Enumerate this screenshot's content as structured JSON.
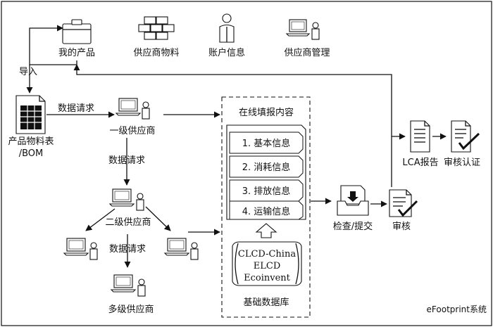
{
  "top_row": {
    "my_products": "我的产品",
    "supplier_materials": "供应商物料",
    "account_info": "账户信息",
    "supplier_management": "供应商管理"
  },
  "left_flow": {
    "import": "导入",
    "bom_label_line1": "产品物料表",
    "bom_label_line2": "/BOM",
    "data_request_1": "数据请求",
    "tier1_supplier": "一级供应商",
    "data_request_2": "数据请求",
    "tier2_supplier": "二级供应商",
    "data_request_3": "数据请求",
    "multi_tier_supplier": "多级供应商"
  },
  "online_form": {
    "title": "在线填报内容",
    "items": [
      "1. 基本信息",
      "2. 消耗信息",
      "3. 排放信息",
      "4. 运输信息"
    ],
    "database_lines": [
      "CLCD-China",
      "ELCD",
      "Ecoinvent"
    ],
    "database_label": "基础数据库"
  },
  "right_flow": {
    "check_submit": "检查/提交",
    "review": "审核",
    "lca_report": "LCA报告",
    "review_certification": "审核认证"
  },
  "footer": {
    "system_name": "eFootprint系统"
  }
}
